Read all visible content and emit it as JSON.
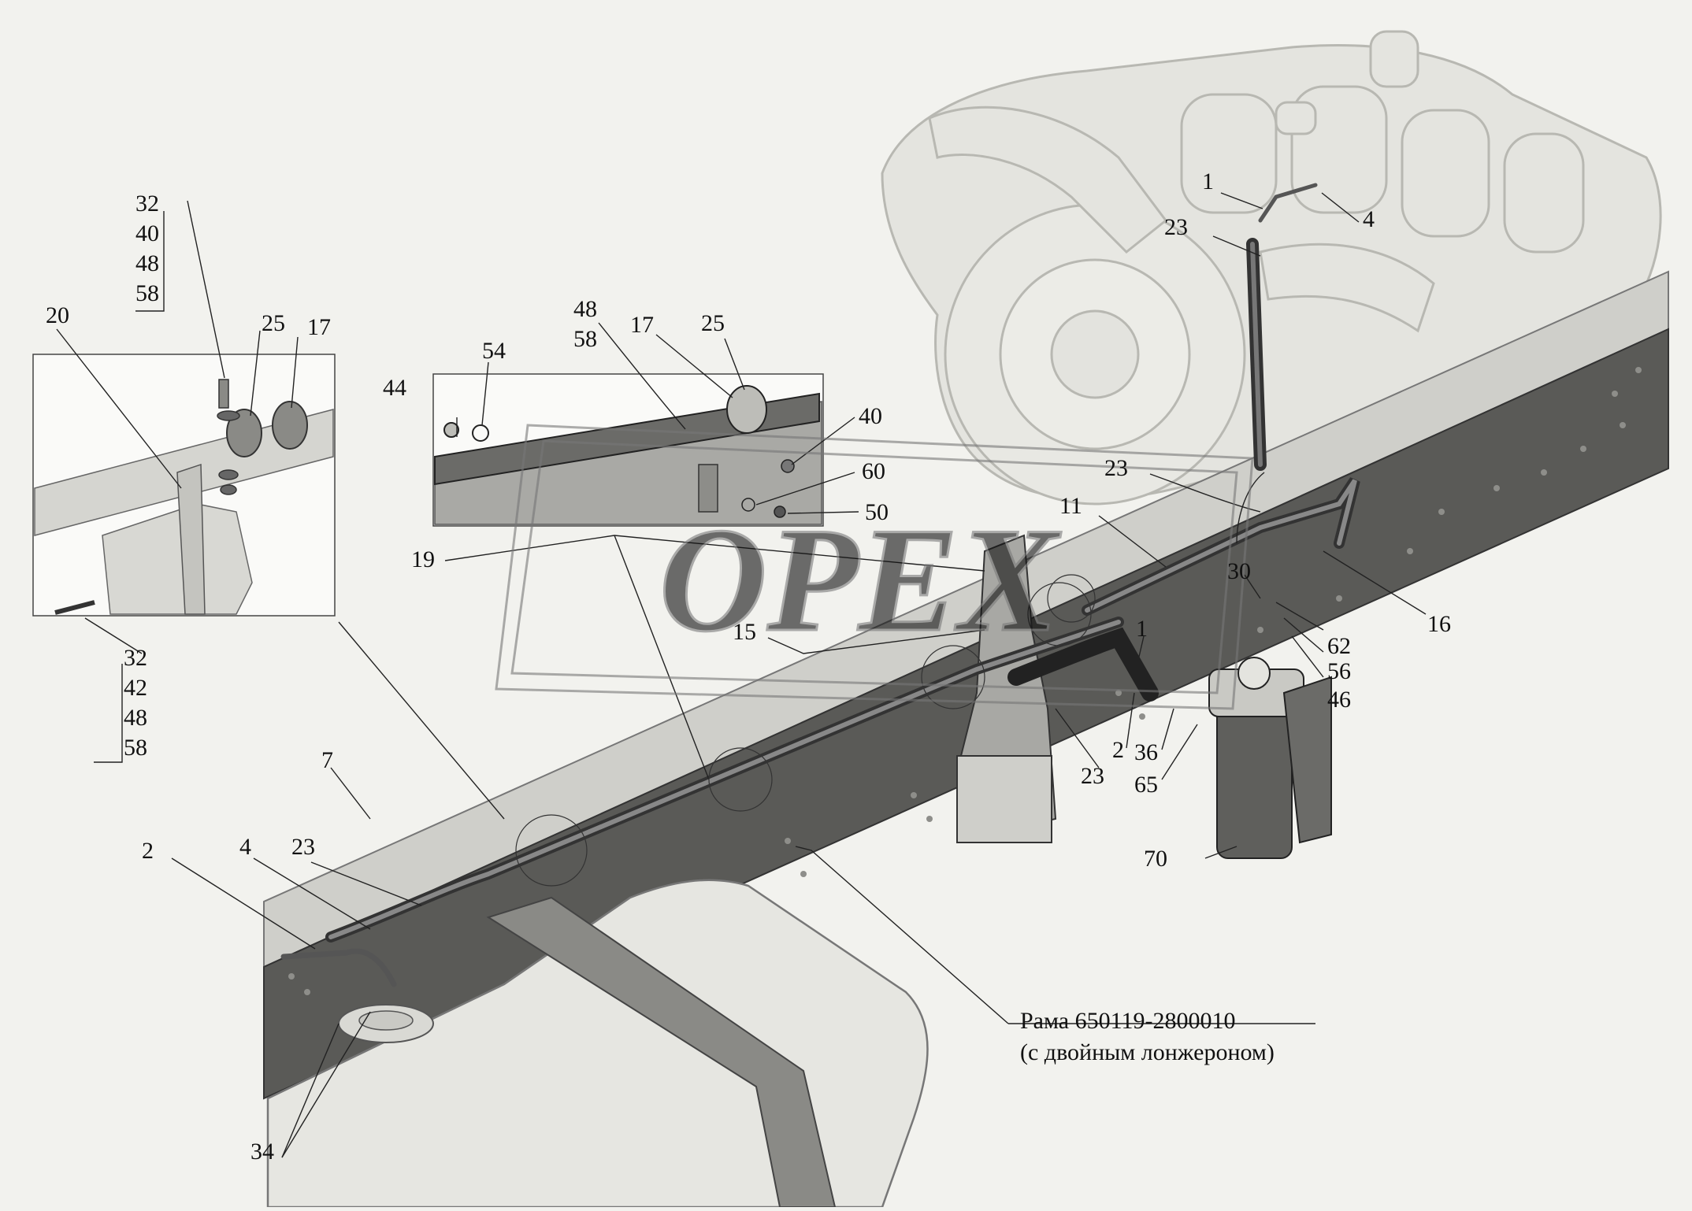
{
  "caption": {
    "line1": "Рама 650119-2800010",
    "line2": "(с двойным лонжероном)"
  },
  "watermark": "OPEX",
  "callouts": [
    {
      "id": "c1a",
      "text": "1"
    },
    {
      "id": "c4a",
      "text": "4"
    },
    {
      "id": "c23a",
      "text": "23"
    },
    {
      "id": "c23b",
      "text": "23"
    },
    {
      "id": "c11",
      "text": "11"
    },
    {
      "id": "c30",
      "text": "30"
    },
    {
      "id": "c16",
      "text": "16"
    },
    {
      "id": "c62",
      "text": "62"
    },
    {
      "id": "c56",
      "text": "56"
    },
    {
      "id": "c46",
      "text": "46"
    },
    {
      "id": "c1b",
      "text": "1"
    },
    {
      "id": "c2a",
      "text": "2"
    },
    {
      "id": "c36",
      "text": "36"
    },
    {
      "id": "c65",
      "text": "65"
    },
    {
      "id": "c23c",
      "text": "23"
    },
    {
      "id": "c70",
      "text": "70"
    },
    {
      "id": "c15",
      "text": "15"
    },
    {
      "id": "c19",
      "text": "19"
    },
    {
      "id": "c44",
      "text": "44"
    },
    {
      "id": "c54",
      "text": "54"
    },
    {
      "id": "c48a",
      "text": "48"
    },
    {
      "id": "c58a",
      "text": "58"
    },
    {
      "id": "c17a",
      "text": "17"
    },
    {
      "id": "c25a",
      "text": "25"
    },
    {
      "id": "c40a",
      "text": "40"
    },
    {
      "id": "c60",
      "text": "60"
    },
    {
      "id": "c50",
      "text": "50"
    },
    {
      "id": "c20",
      "text": "20"
    },
    {
      "id": "c25b",
      "text": "25"
    },
    {
      "id": "c17b",
      "text": "17"
    },
    {
      "id": "c7",
      "text": "7"
    },
    {
      "id": "c2b",
      "text": "2"
    },
    {
      "id": "c4b",
      "text": "4"
    },
    {
      "id": "c23d",
      "text": "23"
    },
    {
      "id": "c34",
      "text": "34"
    }
  ],
  "stacks": [
    {
      "id": "stackTop",
      "items": [
        "32",
        "40",
        "48",
        "58"
      ]
    },
    {
      "id": "stackBottom",
      "items": [
        "32",
        "42",
        "48",
        "58"
      ]
    }
  ]
}
